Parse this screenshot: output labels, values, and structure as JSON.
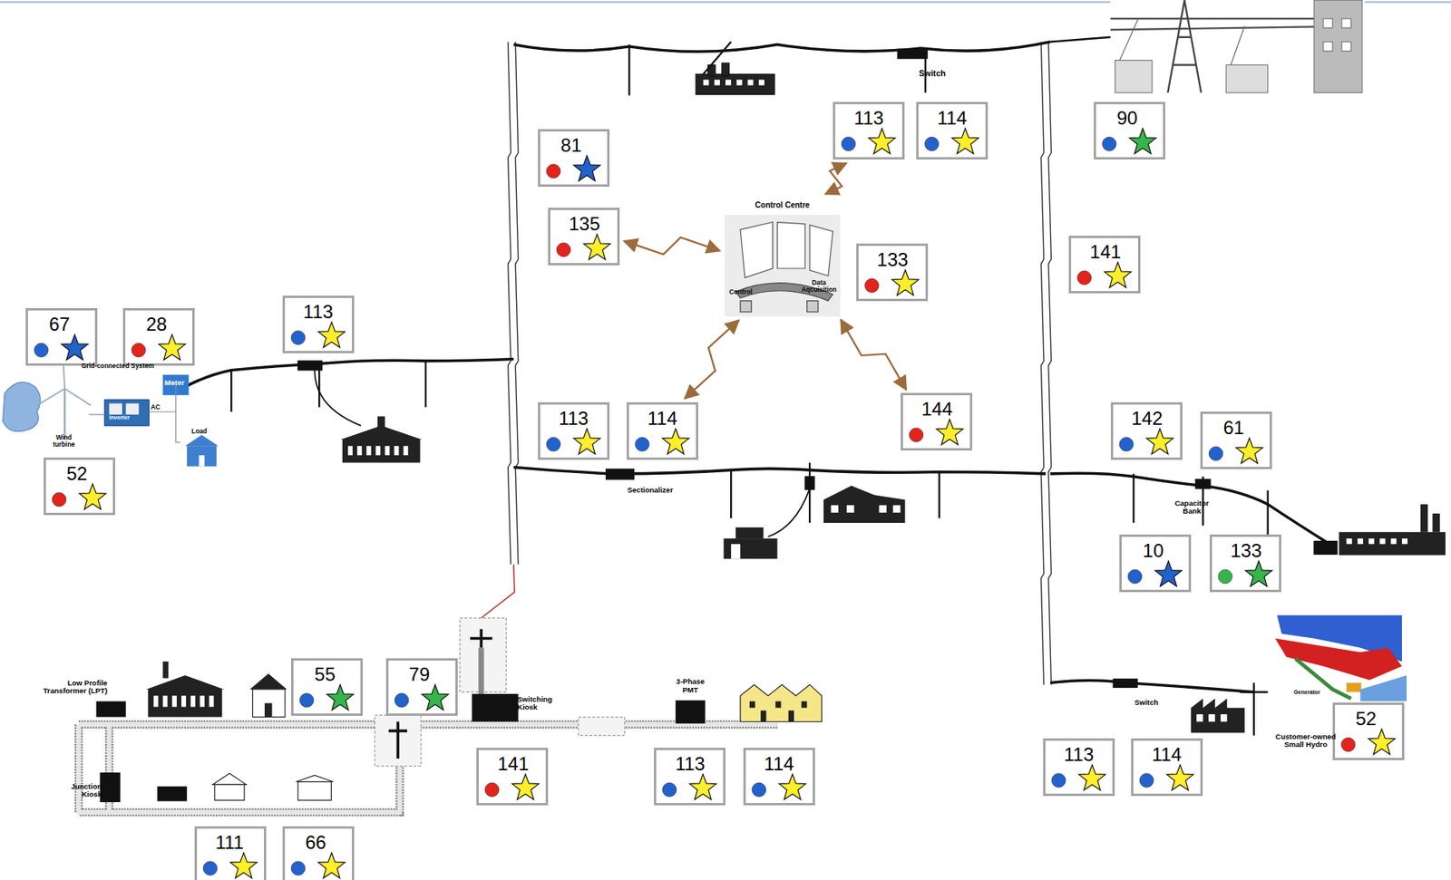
{
  "diagram": {
    "nodes": [
      {
        "text": [
          "113"
        ]
      },
      {
        "text": [
          "114"
        ]
      },
      {
        "text": [
          "90"
        ]
      },
      {
        "text": [
          "81"
        ]
      },
      {
        "text": [
          "135"
        ]
      },
      {
        "text": [
          "133"
        ]
      },
      {
        "text": [
          "141"
        ]
      },
      {
        "text": [
          "67"
        ]
      },
      {
        "text": [
          "28"
        ]
      },
      {
        "text": [
          "113"
        ]
      },
      {
        "text": [
          "113"
        ]
      },
      {
        "text": [
          "114"
        ]
      },
      {
        "text": [
          "144"
        ]
      },
      {
        "text": [
          "142"
        ]
      },
      {
        "text": [
          "61"
        ]
      },
      {
        "text": [
          "52"
        ]
      },
      {
        "text": [
          "10"
        ]
      },
      {
        "text": [
          "133"
        ]
      },
      {
        "text": [
          "55"
        ]
      },
      {
        "text": [
          "79"
        ]
      },
      {
        "text": [
          "52"
        ]
      },
      {
        "text": [
          "141"
        ]
      },
      {
        "text": [
          "113"
        ]
      },
      {
        "text": [
          "114"
        ]
      },
      {
        "text": [
          "113"
        ]
      },
      {
        "text": [
          "114"
        ]
      },
      {
        "text": [
          "111"
        ]
      },
      {
        "text": [
          "66"
        ]
      },
      {
        "text": [
          "Control Centre"
        ]
      }
    ],
    "edges": [
      {
        "from": 28,
        "to": 4,
        "arrow": "both"
      },
      {
        "from": 28,
        "to": 0,
        "arrow": "both"
      },
      {
        "from": 28,
        "to": 11,
        "arrow": "both"
      },
      {
        "from": 28,
        "to": 12,
        "arrow": "both"
      }
    ],
    "labels": [
      "Switch",
      "Grid-connected System",
      "Meter",
      "Inverter",
      "AC",
      "Load",
      "Wind turbine",
      "Control",
      "Data Aqcuisition",
      "Sectionalizer",
      "Capacitor Bank",
      "Switch",
      "Generator",
      "Customer-owned Small Hydro",
      "Low Profile Transformer (LPT)",
      "Switching Kiosk",
      "3-Phase PMT",
      "Junction Kiosk"
    ]
  }
}
